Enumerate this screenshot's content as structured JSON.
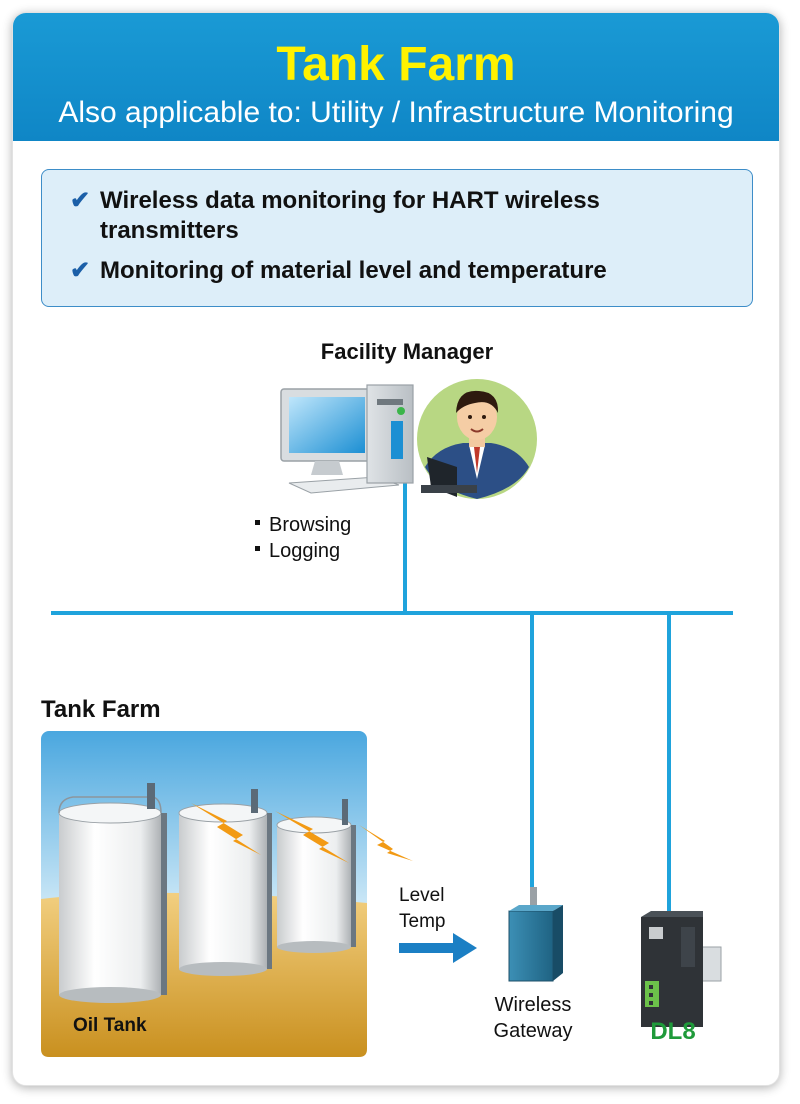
{
  "header": {
    "title": "Tank Farm",
    "subtitle": "Also applicable to: Utility / Infrastructure Monitoring"
  },
  "features": [
    "Wireless data monitoring for HART wireless transmitters",
    "Monitoring of material level and temperature"
  ],
  "facility": {
    "label": "Facility Manager",
    "functions": [
      "Browsing",
      "Logging"
    ]
  },
  "tank_farm": {
    "label": "Tank Farm",
    "tank_label": "Oil Tank"
  },
  "signal": {
    "line1": "Level",
    "line2": "Temp"
  },
  "gateway": {
    "line1": "Wireless",
    "line2": "Gateway"
  },
  "dl8": {
    "label": "DL8"
  },
  "colors": {
    "header_blue": "#1189c9",
    "title_yellow": "#fff200",
    "network_line": "#1fa3dc",
    "dl8_green": "#1f9a3a",
    "feature_bg": "#ddeef9"
  },
  "icons": [
    "check-icon",
    "computer-icon",
    "person-icon",
    "tank-icon",
    "lightning-icon",
    "arrow-icon",
    "gateway-icon",
    "dl8-device-icon"
  ]
}
